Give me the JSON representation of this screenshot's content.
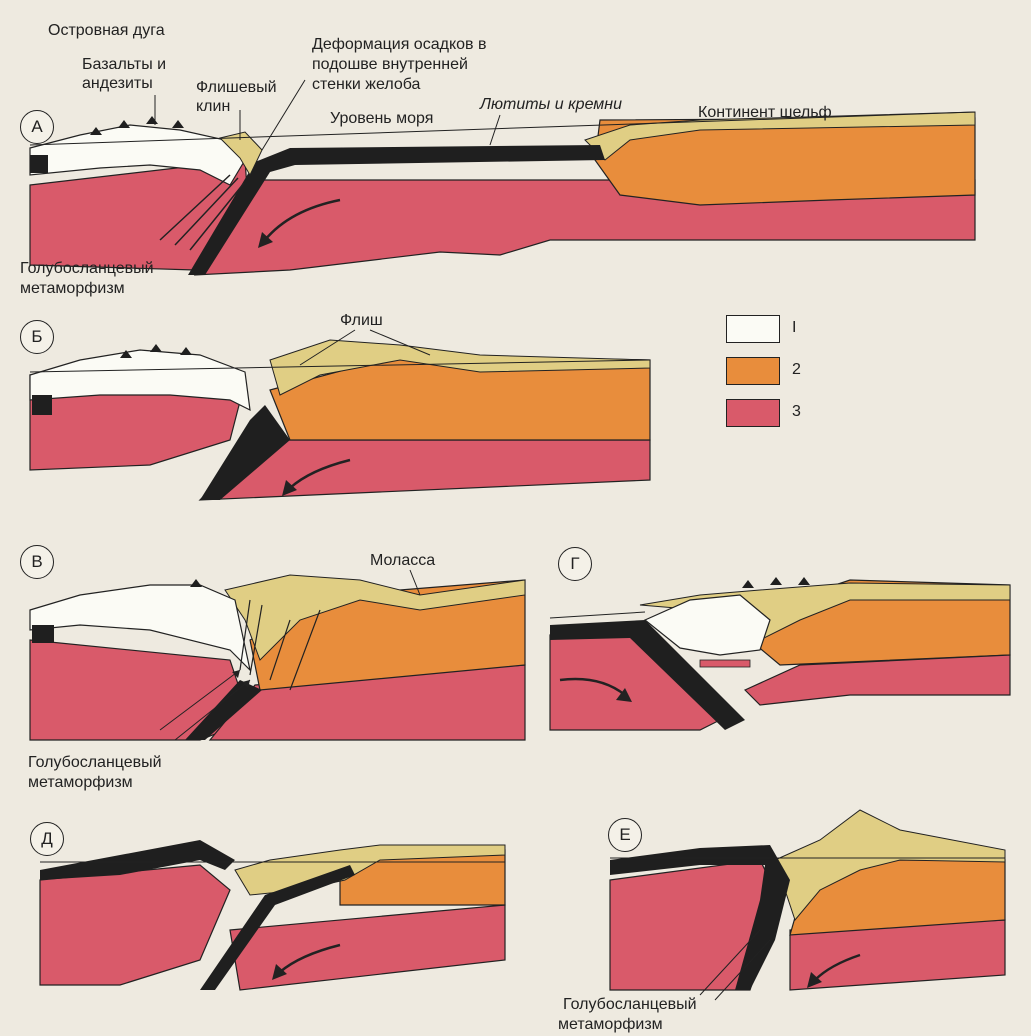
{
  "colors": {
    "layer1": "#fbfbf5",
    "layer2": "#e88d3c",
    "layer3": "#d95a6a",
    "sediment": "#e0ce84",
    "crust": "#1f1f1f"
  },
  "panels": [
    {
      "letter": "А"
    },
    {
      "letter": "Б"
    },
    {
      "letter": "В"
    },
    {
      "letter": "Г"
    },
    {
      "letter": "Д"
    },
    {
      "letter": "Е"
    }
  ],
  "labels": {
    "island_arc": "Островная дуга",
    "basalts_1": "Базальты и",
    "basalts_2": "андезиты",
    "flysch_wedge_1": "Флишевый",
    "flysch_wedge_2": "клин",
    "deformation_1": "Деформация осадков в",
    "deformation_2": "подошве внутренней",
    "deformation_3": "стенки желоба",
    "sea_level": "Уровень моря",
    "lutites": "Лютиты и кремни",
    "continent_shelf": "Континент шельф",
    "blueschist_a_1": "Голубосланцевый",
    "blueschist_a_2": "метаморфизм",
    "flysch": "Флиш",
    "molasse": "Молассa",
    "blueschist_c_1": "Голубосланцевый",
    "blueschist_c_2": "метаморфизм",
    "blueschist_e_1": "Голубосланцевый",
    "blueschist_e_2": "метаморфизм"
  },
  "legend": [
    {
      "number": "I",
      "color": "#fbfbf5"
    },
    {
      "number": "2",
      "color": "#e88d3c"
    },
    {
      "number": "3",
      "color": "#d95a6a"
    }
  ]
}
